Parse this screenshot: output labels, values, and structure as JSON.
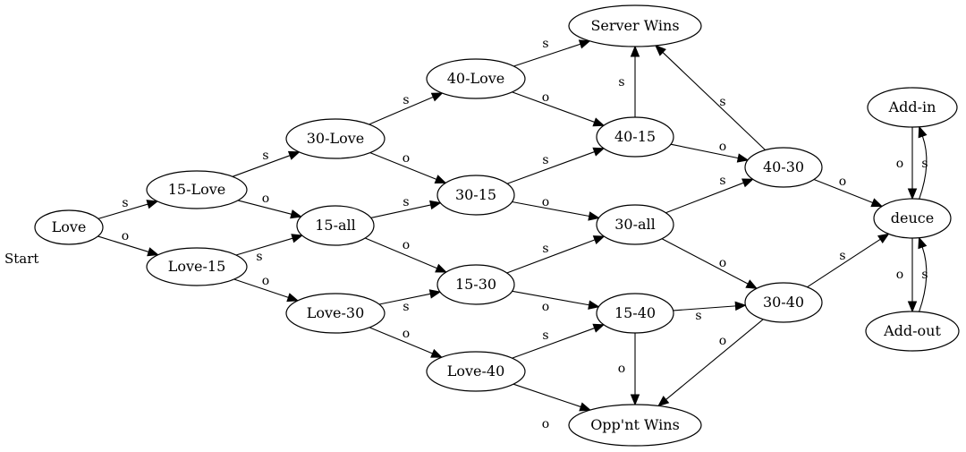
{
  "start_label": "Start",
  "nodes": [
    {
      "id": "love",
      "label": "Love"
    },
    {
      "id": "15-love",
      "label": "15-Love"
    },
    {
      "id": "love-15",
      "label": "Love-15"
    },
    {
      "id": "30-love",
      "label": "30-Love"
    },
    {
      "id": "15-all",
      "label": "15-all"
    },
    {
      "id": "love-30",
      "label": "Love-30"
    },
    {
      "id": "40-love",
      "label": "40-Love"
    },
    {
      "id": "30-15",
      "label": "30-15"
    },
    {
      "id": "15-30",
      "label": "15-30"
    },
    {
      "id": "love-40",
      "label": "Love-40"
    },
    {
      "id": "server-wins",
      "label": "Server Wins"
    },
    {
      "id": "40-15",
      "label": "40-15"
    },
    {
      "id": "30-all",
      "label": "30-all"
    },
    {
      "id": "15-40",
      "label": "15-40"
    },
    {
      "id": "oppnt-wins",
      "label": "Opp'nt Wins"
    },
    {
      "id": "40-30",
      "label": "40-30"
    },
    {
      "id": "30-40",
      "label": "30-40"
    },
    {
      "id": "add-in",
      "label": "Add-in"
    },
    {
      "id": "deuce",
      "label": "deuce"
    },
    {
      "id": "add-out",
      "label": "Add-out"
    }
  ],
  "edges": [
    {
      "from": "love",
      "to": "15-love",
      "label": "s"
    },
    {
      "from": "love",
      "to": "love-15",
      "label": "o"
    },
    {
      "from": "15-love",
      "to": "30-love",
      "label": "s"
    },
    {
      "from": "15-love",
      "to": "15-all",
      "label": "o"
    },
    {
      "from": "love-15",
      "to": "15-all",
      "label": "s"
    },
    {
      "from": "love-15",
      "to": "love-30",
      "label": "o"
    },
    {
      "from": "30-love",
      "to": "40-love",
      "label": "s"
    },
    {
      "from": "30-love",
      "to": "30-15",
      "label": "o"
    },
    {
      "from": "15-all",
      "to": "30-15",
      "label": "s"
    },
    {
      "from": "15-all",
      "to": "15-30",
      "label": "o"
    },
    {
      "from": "love-30",
      "to": "15-30",
      "label": "s"
    },
    {
      "from": "love-30",
      "to": "love-40",
      "label": "o"
    },
    {
      "from": "40-love",
      "to": "server-wins",
      "label": "s"
    },
    {
      "from": "40-love",
      "to": "40-15",
      "label": "o"
    },
    {
      "from": "30-15",
      "to": "40-15",
      "label": "s"
    },
    {
      "from": "30-15",
      "to": "30-all",
      "label": "o"
    },
    {
      "from": "15-30",
      "to": "30-all",
      "label": "s"
    },
    {
      "from": "15-30",
      "to": "15-40",
      "label": "o"
    },
    {
      "from": "love-40",
      "to": "15-40",
      "label": "s"
    },
    {
      "from": "love-40",
      "to": "oppnt-wins",
      "label": "o"
    },
    {
      "from": "40-15",
      "to": "server-wins",
      "label": "s"
    },
    {
      "from": "40-15",
      "to": "40-30",
      "label": "o"
    },
    {
      "from": "30-all",
      "to": "40-30",
      "label": "s"
    },
    {
      "from": "30-all",
      "to": "30-40",
      "label": "o"
    },
    {
      "from": "15-40",
      "to": "30-40",
      "label": "s"
    },
    {
      "from": "15-40",
      "to": "oppnt-wins",
      "label": "o"
    },
    {
      "from": "40-30",
      "to": "server-wins",
      "label": "s"
    },
    {
      "from": "40-30",
      "to": "deuce",
      "label": "o"
    },
    {
      "from": "30-40",
      "to": "deuce",
      "label": "s"
    },
    {
      "from": "30-40",
      "to": "oppnt-wins",
      "label": "o"
    },
    {
      "from": "add-in",
      "to": "deuce",
      "label": "o"
    },
    {
      "from": "deuce",
      "to": "add-in",
      "label": "s"
    },
    {
      "from": "deuce",
      "to": "add-out",
      "label": "o"
    },
    {
      "from": "add-out",
      "to": "deuce",
      "label": "s"
    }
  ]
}
